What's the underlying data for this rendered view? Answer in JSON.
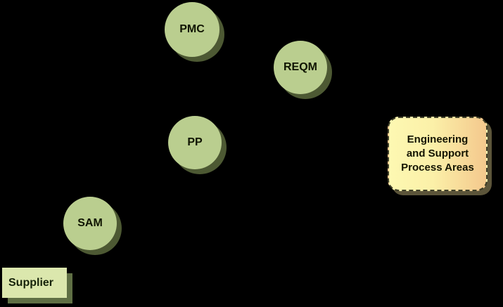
{
  "diagram": {
    "nodes": [
      {
        "id": "pmc",
        "label": "PMC"
      },
      {
        "id": "reqm",
        "label": "REQM"
      },
      {
        "id": "pp",
        "label": "PP"
      },
      {
        "id": "sam",
        "label": "SAM"
      }
    ],
    "supplier": {
      "label": "Supplier"
    },
    "engineering": {
      "label": "Engineering\nand Support\nProcess Areas"
    },
    "colors": {
      "background": "#000000",
      "node_fill": "#bace8f",
      "node_shadow": "#4d5933",
      "supplier_fill": "#dbe7ad",
      "supplier_shadow": "#5f6f44",
      "engineering_gradient_left": "#fdf8b2",
      "engineering_gradient_right": "#f4c88d",
      "dashed_border": "#3f3f28"
    }
  }
}
